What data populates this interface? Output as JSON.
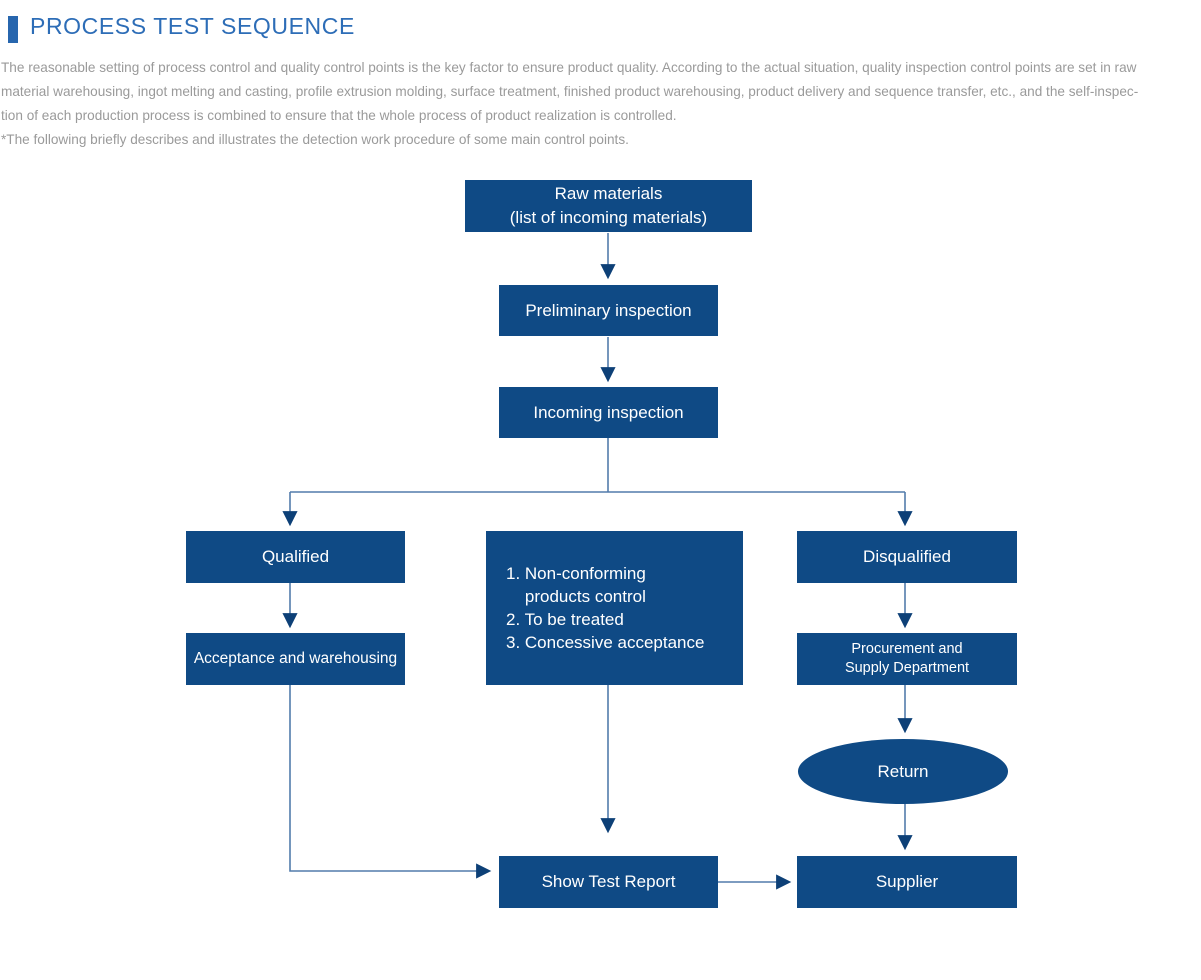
{
  "header": {
    "title": "PROCESS TEST SEQUENCE"
  },
  "intro": {
    "lines": [
      "The reasonable setting of process control and quality control points is the key factor to ensure product quality. According to the actual situation, quality inspection control points are set in raw",
      "material warehousing, ingot melting and casting, profile extrusion molding, surface treatment, finished product warehousing, product delivery and sequence transfer, etc., and the self-inspec-",
      "tion of each production process is combined to ensure that the whole process of product realization is controlled.",
      "*The following briefly describes and illustrates the detection work procedure of some main control points."
    ]
  },
  "flowchart": {
    "nodes": {
      "raw_materials": "Raw materials\n(list of incoming materials)",
      "preliminary_inspection": "Preliminary inspection",
      "incoming_inspection": "Incoming inspection",
      "qualified": "Qualified",
      "nonconforming_list": "1. Non-conforming\n    products control\n2. To be treated\n3. Concessive acceptance",
      "disqualified": "Disqualified",
      "acceptance_warehousing": "Acceptance and warehousing",
      "procurement": "Procurement and\nSupply Department",
      "return": "Return",
      "show_test_report": "Show Test Report",
      "supplier": "Supplier"
    },
    "colors": {
      "node_fill": "#0f4a85",
      "node_text": "#ffffff",
      "connector_line": "#527cac",
      "arrowhead": "#0d4077",
      "title_text": "#2d6db7",
      "accent_bar": "#2766ae",
      "intro_text": "#9a9a9a",
      "background": "#ffffff"
    }
  }
}
